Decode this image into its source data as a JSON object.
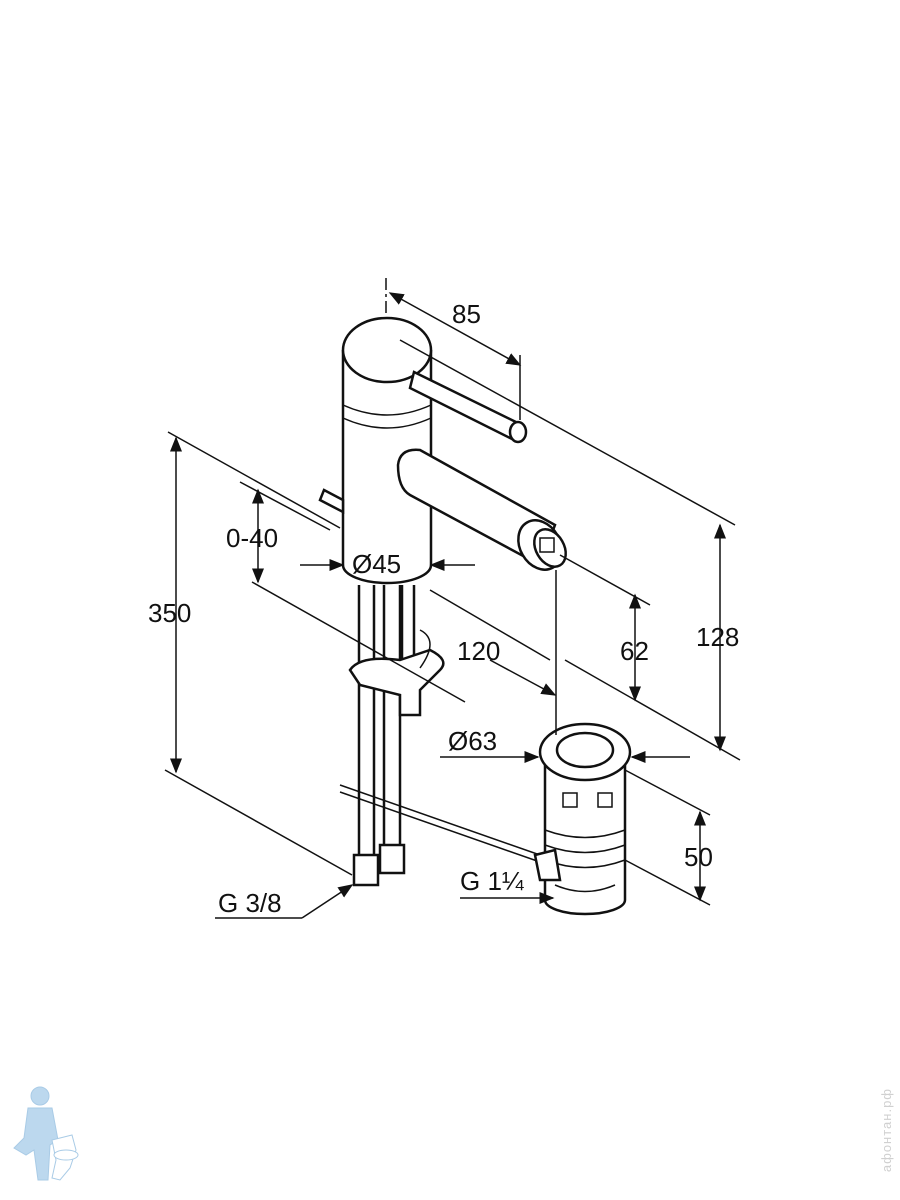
{
  "drawing": {
    "dimensions": {
      "spout_reach": "85",
      "lift_rod_range": "0-40",
      "body_diameter": "Ø45",
      "total_height": "350",
      "spout_length": "120",
      "spout_height": "62",
      "height_to_top": "128",
      "drain_diameter": "Ø63",
      "drain_height": "50",
      "drain_thread": "G 1¼",
      "hose_thread": "G 3/8"
    }
  },
  "watermark": "афонтан.рф",
  "colors": {
    "line": "#111111",
    "logo": "#bcd8ee"
  }
}
